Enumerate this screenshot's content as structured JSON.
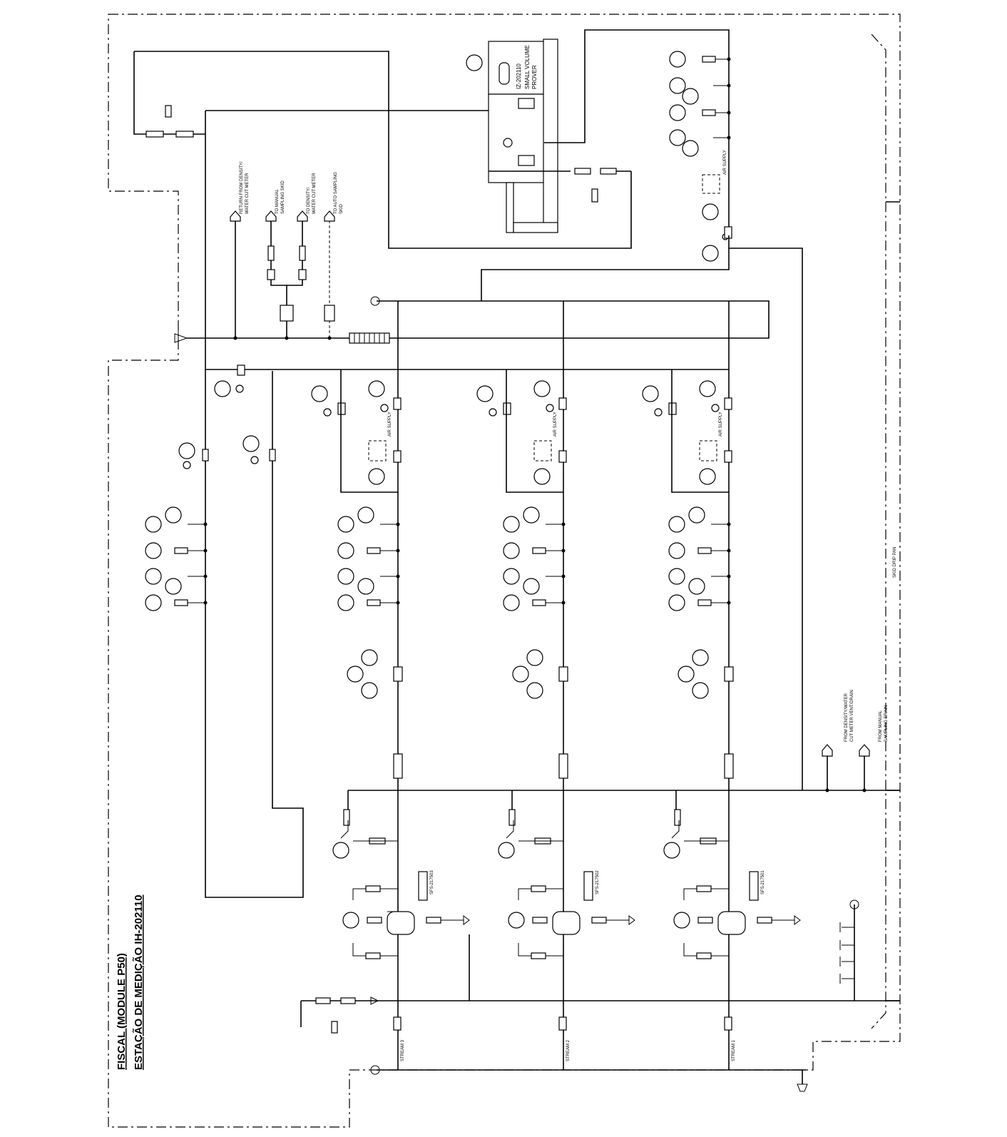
{
  "title": {
    "line1": "FISCAL (MODULE P50)",
    "line2": "ESTAÇÃO DE MEDIÇÃO IH-202110"
  },
  "prover": {
    "tag": "IZ-202110",
    "name": "SMALL VOLUME",
    "name2": "PROVER"
  },
  "connections": {
    "return_density": "RETURN FROM DENSITY/",
    "return_density2": "WATER CUT METER",
    "to_manual": "TO MANUAL",
    "to_manual2": "SAMPLING SKID",
    "to_density": "TO DENSITY/",
    "to_density2": "WATER CUT METER",
    "to_auto": "TO AUTO SAMPLING",
    "to_auto2": "SKID",
    "from_density": "FROM DENSITY/WATER",
    "from_density2": "CUT METER VENT/DRAIN",
    "from_manual": "FROM MANUAL",
    "from_manual2": "SAMPLING DRAIN",
    "drip_pan": "SKID DRIP PAN",
    "air_supply": "AIR SUPPLY"
  },
  "streams": [
    {
      "label": "STREAM 3",
      "filter_tag": "SFS-217503"
    },
    {
      "label": "STREAM 2",
      "filter_tag": "SFS-217502"
    },
    {
      "label": "STREAM 1",
      "filter_tag": "SFS-217501"
    }
  ]
}
